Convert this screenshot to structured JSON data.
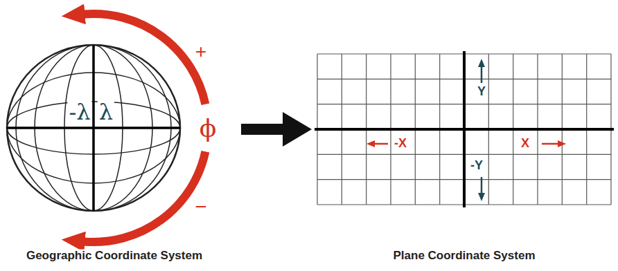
{
  "diagram": {
    "nodes": [
      {
        "text": [
          "-λ",
          "λ",
          "+",
          "ϕ",
          "−",
          "Geographic Coordinate System"
        ]
      },
      {
        "text": [
          "Y",
          "-X",
          "X",
          "-Y",
          "Plane Coordinate System"
        ]
      }
    ],
    "edges": [
      {
        "from": 0,
        "to": 1,
        "arrow": "to"
      }
    ]
  }
}
